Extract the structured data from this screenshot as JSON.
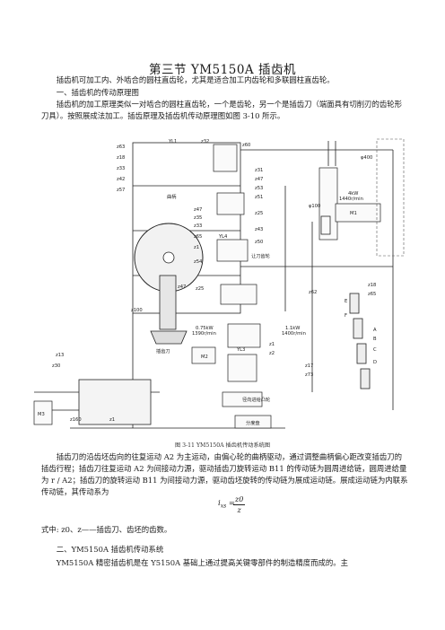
{
  "section_title": "第三节  YM5150A 插齿机",
  "intro": "插齿机可加工内、外啮合的圆柱直齿轮，尤其是适合加工内齿轮和多联圆柱直齿轮。",
  "heading1": "一、插齿机的传动原理图",
  "para1": "插齿机的加工原理类似一对啮合的圆柱直齿轮，一个是齿轮，另一个是插齿刀（端面具有切削刃的齿轮形刀具）。按照展成法加工。插齿原理及插齿机传动原理图如图 3-10 所示。",
  "figure_caption": "图 3-11 YM5150A 插齿机传动系统图",
  "para2": "插齿刀的沿齿坯齿向的往复运动 A2 为主运动，由偏心轮的曲柄驱动，通过调整曲柄偏心距改变插齿刀的插齿行程；插齿刀往复运动 A2 为间接动力源，驱动插齿刀旋转运动 B11 的传动链为圆周进给链，圆周进给量为 r / A2；插齿刀的旋转运动 B11 为间接动力源，驱动齿坯旋转的传动链为展成运动链。展成运动链为内联系传动链，其传动系为",
  "formula": {
    "lhs": "i",
    "sub": "xs",
    "eq": "=",
    "num": "z0",
    "den": "z"
  },
  "formula_note": "式中: z0、z——插齿刀、齿坯的齿数。",
  "heading2": "二、YM5150A 插齿机传动系统",
  "para3": "YM5150A 精密插齿机是在 Y5150A 基础上通过提高关键零部件的制造精度而成的。主",
  "diagram_labels": {
    "gears_left": [
      "z63",
      "z18",
      "z33",
      "z42",
      "z57",
      "z47",
      "z35",
      "z33",
      "z65",
      "z1",
      "z54",
      "z47",
      "z25",
      "z100"
    ],
    "gears_mid": [
      "YL1",
      "z32",
      "z60",
      "z31",
      "z47",
      "z53",
      "z51",
      "z25",
      "z43",
      "z50",
      "YL4",
      "YL3",
      "z1",
      "z2"
    ],
    "gears_right": [
      "z18",
      "z65",
      "z62",
      "A",
      "B",
      "C",
      "D",
      "E",
      "F",
      "z17",
      "z73"
    ],
    "motor_main": "4kW",
    "motor_main_speed": "1440r/min",
    "motor_main_id": "M1",
    "motor_small": "0.75kW",
    "motor_small_speed": "1390r/min",
    "motor_small_id": "M2",
    "motor_right": "1.1kW",
    "motor_right_speed": "1400r/min",
    "motor_base_id": "M3",
    "label_cam": "曲柄",
    "label_cutter": "插齿刀",
    "label_change": "让刀齿轮",
    "label_feed": "径向进给凸轮",
    "label_div": "分度盘",
    "label_bottom": "z160",
    "label_bottom2": "z1",
    "label_left": "z13",
    "label_left2": "z30",
    "side_a": "φ100",
    "side_b": "φ400"
  }
}
